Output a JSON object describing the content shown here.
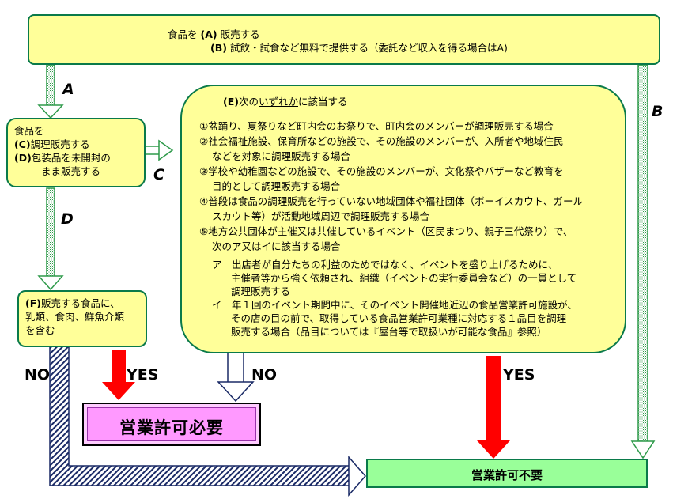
{
  "top_box": {
    "line1_prefix": "食品を",
    "line1_key": "(A)",
    "line1_text": "販売する",
    "line2_key": "(B)",
    "line2_text": "試飲・試食など無料で提供する（委託など収入を得る場合はA)"
  },
  "left_box": {
    "line1": "食品を",
    "line2_key": "(C)",
    "line2_text": "調理販売する",
    "line3_key": "(D)",
    "line3_text": "包装品を未開封の",
    "line4": "まま販売する"
  },
  "f_box": {
    "key": "(F)",
    "line1_text": "販売する食品に、",
    "line2": "乳類、食肉、鮮魚介類",
    "line3": "を含む"
  },
  "e_box": {
    "title_key": "(E)",
    "title_a": "次の",
    "title_underlined": "いずれか",
    "title_b": "に該当する",
    "lines": [
      "①盆踊り、夏祭りなど町内会のお祭りで、町内会のメンバーが調理販売する場合",
      "②社会福祉施設、保育所などの施設で、その施設のメンバーが、入所者や地域住民",
      "などを対象に調理販売する場合",
      "③学校や幼稚園などの施設で、その施設のメンバーが、文化祭やバザーなど教育を",
      "目的として調理販売する場合",
      "④普段は食品の調理販売を行っていない地域団体や福祉団体（ボーイスカウト、ガール",
      "スカウト等）が活動地域周辺で調理販売する場合",
      "⑤地方公共団体が主催又は共催しているイベント（区民まつり、親子三代祭り）で、",
      "次のア又はイに該当する場合",
      "ア　出店者が自分たちの利益のためではなく、イベントを盛り上げるために、",
      "主催者等から強く依頼され、組織（イベントの実行委員会など）の一員として",
      "調理販売する",
      "イ　年１回のイベント期間中に、そのイベント開催地近辺の食品営業許可施設が、",
      "その店の目の前で、取得している食品営業許可業種に対応する１品目を調理",
      "販売する場合（品目については『屋台等で取扱いが可能な食品』参照）"
    ]
  },
  "labels": {
    "a": "A",
    "b": "B",
    "c": "C",
    "d": "D",
    "no_left": "NO",
    "yes_left": "YES",
    "no_mid": "NO",
    "yes_right": "YES"
  },
  "result_required": "営業許可必要",
  "result_not_required": "営業許可不要",
  "colors": {
    "yellow": "#ffff99",
    "green_border": "#0a7a4a",
    "pink": "#ff99ff",
    "light_green": "#99ff99",
    "red_arrow": "#ff0000"
  }
}
